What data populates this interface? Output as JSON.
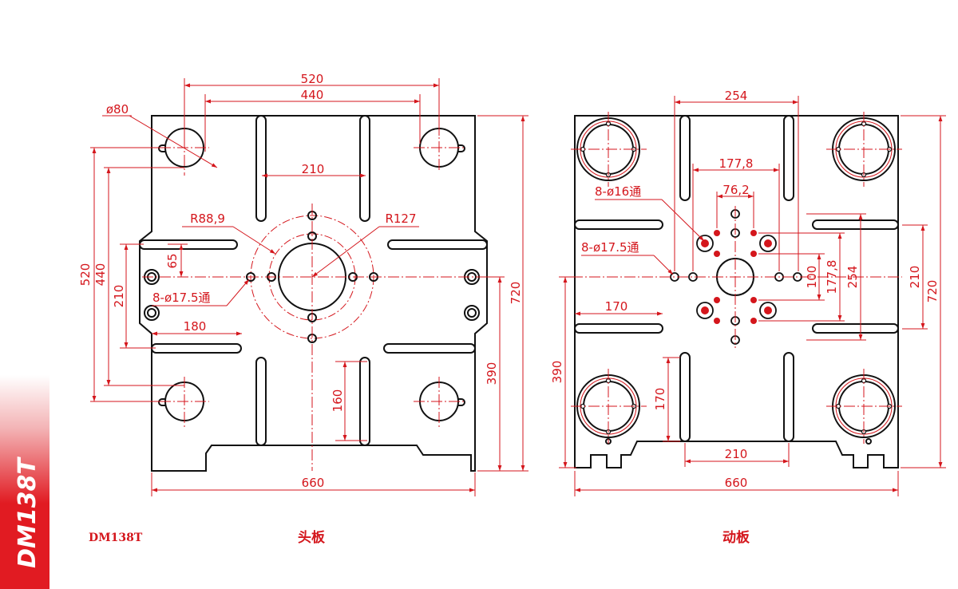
{
  "colors": {
    "outline": "#111111",
    "dimension": "#d4161c",
    "centerline": "#d4161c",
    "background": "#ffffff"
  },
  "model": "DM138T",
  "side_label": "DM138T",
  "head_plate": {
    "caption": "头板",
    "dims": {
      "d520": "520",
      "d440": "440",
      "phi80": "ø80",
      "d210": "210",
      "r889": "R88,9",
      "r127": "R127",
      "v520": "520",
      "v440": "440",
      "v210": "210",
      "v65": "65",
      "holes": "8-ø17.5通",
      "d180": "180",
      "v160": "160",
      "v390": "390",
      "v720": "720",
      "d660": "660"
    }
  },
  "moving_plate": {
    "caption": "动板",
    "dims": {
      "d254": "254",
      "d1778": "177,8",
      "d762": "76,2",
      "holes16": "8-ø16通",
      "holes175": "8-ø17.5通",
      "d170": "170",
      "v100": "100",
      "v1778": "177,8",
      "v254": "254",
      "v210": "210",
      "v720": "720",
      "v390": "390",
      "v170": "170",
      "d210": "210",
      "d660": "660"
    }
  }
}
